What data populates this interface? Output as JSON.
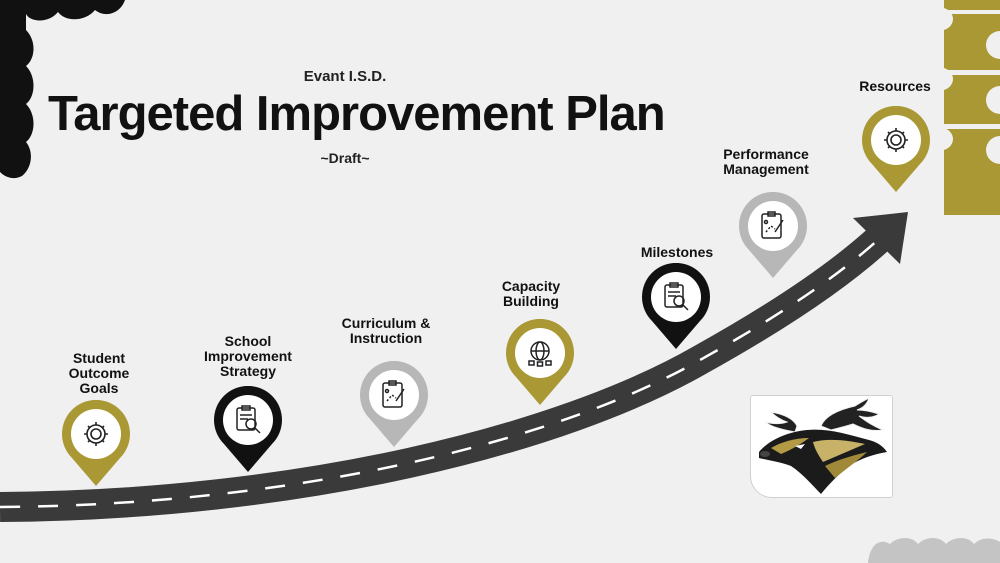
{
  "header": {
    "organization": "Evant I.S.D.",
    "title": "Targeted Improvement Plan",
    "subtitle": "~Draft~"
  },
  "steps": [
    {
      "label": "Student\nOutcome\nGoals",
      "pin_color": "#a99833",
      "icon": "gear-icon"
    },
    {
      "label": "School\nImprovement\nStrategy",
      "pin_color": "#111111",
      "icon": "clipboard-magnifier-icon"
    },
    {
      "label": "Curriculum &\nInstruction",
      "pin_color": "#b7b7b7",
      "icon": "strategy-clipboard-icon"
    },
    {
      "label": "Capacity\nBuilding",
      "pin_color": "#a99833",
      "icon": "globe-network-icon"
    },
    {
      "label": "Milestones",
      "pin_color": "#111111",
      "icon": "clipboard-magnifier-icon"
    },
    {
      "label": "Performance\nManagement",
      "pin_color": "#b7b7b7",
      "icon": "strategy-clipboard-icon"
    },
    {
      "label": "Resources",
      "pin_color": "#a99833",
      "icon": "gear-icon"
    }
  ],
  "colors": {
    "gold": "#a99833",
    "black": "#111111",
    "gray": "#b7b7b7",
    "road": "#3a3a3a",
    "background": "#f0f0f0"
  },
  "mascot": {
    "icon": "elk-mascot-icon"
  }
}
